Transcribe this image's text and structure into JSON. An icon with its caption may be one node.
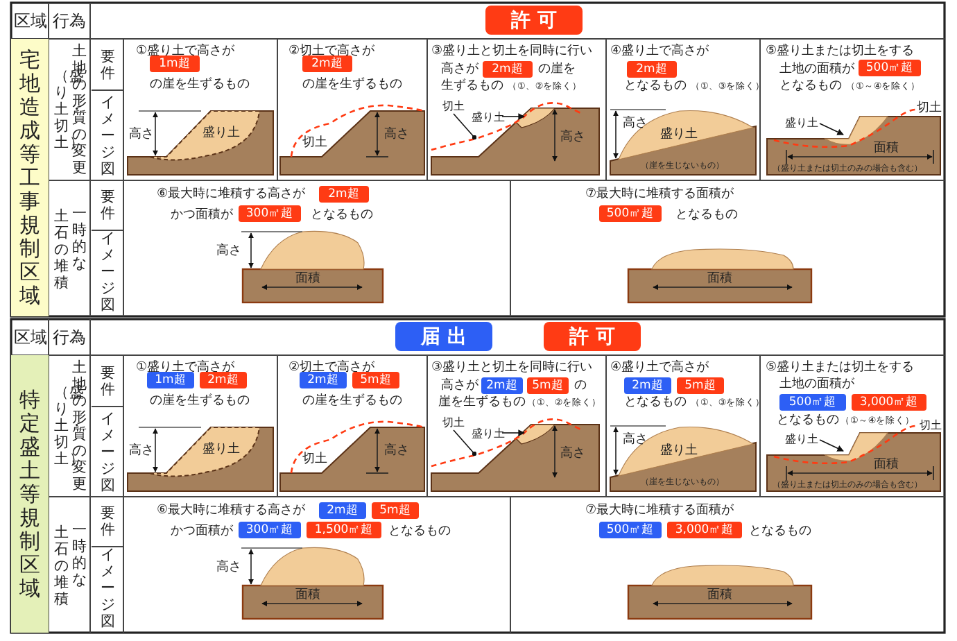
{
  "diagram": {
    "nodes": [
      {
        "text": [
          "宅地造成等工事規制区域"
        ]
      },
      {
        "text": [
          "切土"
        ]
      },
      {
        "text": [
          "盛り土"
        ]
      },
      {
        "text": [],
        "shape": "picture"
      },
      {
        "text": [
          "盛り土"
        ]
      },
      {
        "text": [],
        "shape": "picture"
      },
      {
        "text": [
          "特定盛土等規制区域"
        ]
      },
      {
        "text": [
          "切土"
        ]
      },
      {
        "text": [
          "盛り土"
        ]
      },
      {
        "text": [],
        "shape": "picture"
      },
      {
        "text": [
          "盛り土"
        ]
      },
      {
        "text": [],
        "shape": "picture"
      }
    ],
    "edges": [
      {
        "from": 1,
        "to": 3,
        "arrow": "other"
      },
      {
        "from": 2,
        "to": 3,
        "arrow": "to"
      },
      {
        "from": 4,
        "to": 5,
        "arrow": "to"
      },
      {
        "from": 7,
        "to": 9,
        "arrow": "other"
      },
      {
        "from": 8,
        "to": 9,
        "arrow": "to"
      },
      {
        "from": 10,
        "to": 11,
        "arrow": "to"
      }
    ],
    "labels": [
      "区域",
      "行為",
      "許 可",
      "土地の形質の変更",
      "（盛り土・切土）",
      "要件",
      "イメージ図",
      "①盛り土で高さが",
      "1m超",
      "の崖を生ずるもの",
      "高さ",
      "盛り土",
      "②切土で高さが",
      "2m超",
      "の崖を生ずるもの",
      "切土",
      "高さ",
      "③盛り土と切土を同時に行い",
      "高さが",
      "2m超",
      "の崖を",
      "生ずるもの",
      "（①、②を除く）",
      "高さ",
      "④盛り土で高さが",
      "2m超",
      "となるもの",
      "（①、③を除く）",
      "高さ",
      "盛り土",
      "（崖を生じないもの）",
      "⑤盛り土または切土をする",
      "土地の面積が",
      "500㎡超",
      "となるもの",
      "（①～④を除く）",
      "切土",
      "面積",
      "（盛り土または切土のみの場合も含む）",
      "一時的な",
      "土石の堆積",
      "要件",
      "イメージ図",
      "⑥最大時に堆積する高さが",
      "2m超",
      "かつ面積が",
      "300㎡超",
      "となるもの",
      "高さ",
      "面積",
      "⑦最大時に堆積する面積が",
      "500㎡超",
      "となるもの",
      "面積",
      "区域",
      "行為",
      "届 出",
      "許 可",
      "土地の形質の変更",
      "（盛り土・切土）",
      "要件",
      "イメージ図",
      "①盛り土で高さが",
      "1m超",
      "2m超",
      "の崖を生ずるもの",
      "高さ",
      "盛り土",
      "②切土で高さが",
      "2m超",
      "5m超",
      "の崖を生ずるもの",
      "切土",
      "高さ",
      "③盛り土と切土を同時に行い",
      "高さが",
      "2m超",
      "5m超",
      "の",
      "崖を生ずるもの",
      "（①、②を除く）",
      "高さ",
      "④盛り土で高さが",
      "2m超",
      "5m超",
      "となるもの",
      "（①、③を除く）",
      "高さ",
      "盛り土",
      "（崖を生じないもの）",
      "⑤盛り土または切土をする",
      "土地の面積が",
      "500㎡超",
      "3,000㎡超",
      "となるもの",
      "（①～④を除く）",
      "切土",
      "面積",
      "（盛り土または切土のみの場合も含む）",
      "一時的な",
      "土石の堆積",
      "要件",
      "イメージ図",
      "⑥最大時に堆積する高さが",
      "2m超",
      "5m超",
      "かつ面積が",
      "300㎡超",
      "1,500㎡超",
      "となるもの",
      "高さ",
      "面積",
      "⑦最大時に堆積する面積が",
      "500㎡超",
      "3,000㎡超",
      "となるもの",
      "面積"
    ]
  }
}
